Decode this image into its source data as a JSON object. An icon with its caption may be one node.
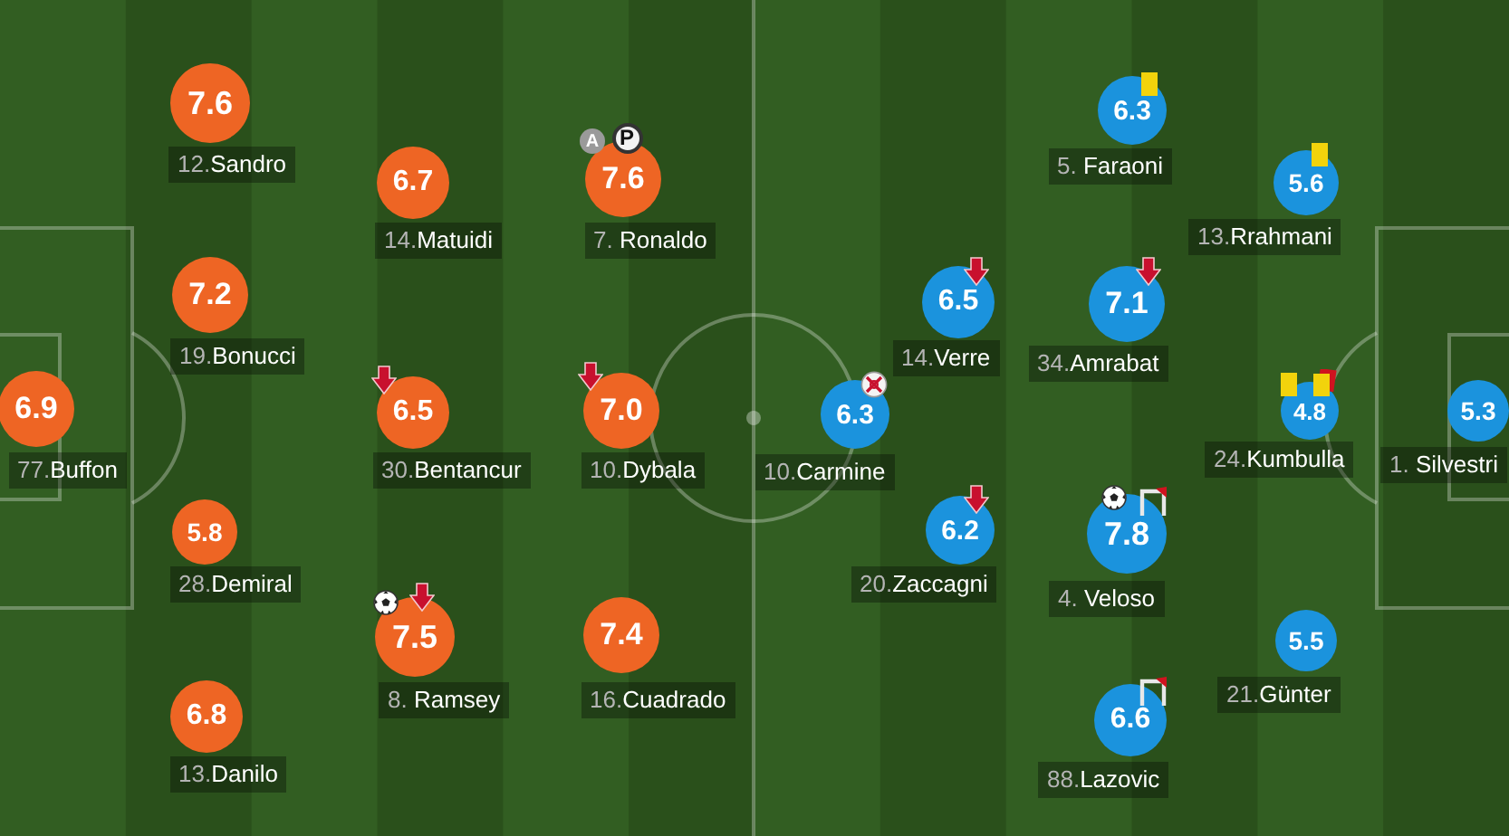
{
  "diagram": {
    "nodes": [
      {
        "text": [
          "6.9"
        ],
        "beside": [
          "77.Buffon"
        ]
      },
      {
        "text": [
          "7.6"
        ],
        "beside": [
          "12.Sandro"
        ]
      },
      {
        "text": [
          "7.2"
        ],
        "beside": [
          "19.Bonucci"
        ]
      },
      {
        "text": [
          "5.8"
        ],
        "beside": [
          "28.Demiral"
        ]
      },
      {
        "text": [
          "6.8"
        ],
        "beside": [
          "13.Danilo"
        ]
      },
      {
        "text": [
          "6.7"
        ],
        "beside": [
          "14.Matuidi"
        ]
      },
      {
        "text": [
          "6.5"
        ],
        "beside": [
          "30.Bentancur"
        ]
      },
      {
        "text": [
          "7.5"
        ],
        "beside": [
          "8. Ramsey"
        ]
      },
      {
        "text": [
          "7.6"
        ],
        "beside": [
          "7. Ronaldo"
        ]
      },
      {
        "text": [
          "7.0"
        ],
        "beside": [
          "10.Dybala"
        ]
      },
      {
        "text": [
          "7.4"
        ],
        "beside": [
          "16.Cuadrado"
        ]
      },
      {
        "text": [
          "6.3"
        ],
        "beside": [
          "10.Carmine"
        ]
      },
      {
        "text": [
          "6.5"
        ],
        "beside": [
          "14.Verre"
        ]
      },
      {
        "text": [
          "6.2"
        ],
        "beside": [
          "20.Zaccagni"
        ]
      },
      {
        "text": [
          "6.3"
        ],
        "beside": [
          "5. Faraoni"
        ]
      },
      {
        "text": [
          "7.1"
        ],
        "beside": [
          "34.Amrabat"
        ]
      },
      {
        "text": [
          "7.8"
        ],
        "beside": [
          "4. Veloso"
        ]
      },
      {
        "text": [
          "6.6"
        ],
        "beside": [
          "88.Lazovic"
        ]
      },
      {
        "text": [
          "5.6"
        ],
        "beside": [
          "13.Rrahmani"
        ]
      },
      {
        "text": [
          "4.8"
        ],
        "beside": [
          "24.Kumbulla"
        ]
      },
      {
        "text": [
          "5.5"
        ],
        "beside": [
          "21.Günter"
        ]
      },
      {
        "text": [
          "5.3"
        ],
        "beside": [
          "1. Silvestri"
        ]
      }
    ],
    "labels": [
      "A",
      "P"
    ]
  }
}
